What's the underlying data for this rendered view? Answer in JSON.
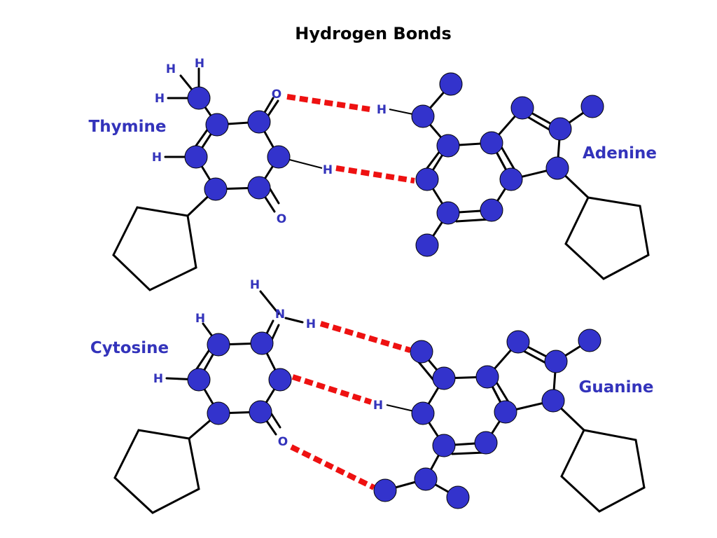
{
  "title": "Hydrogen Bonds",
  "colors": {
    "text": "#3333bb",
    "atom_fill": "#3333cc",
    "bond": "#000000",
    "hydrogen_bond": "#ee1111"
  },
  "pairs": [
    {
      "left_base": "Thymine",
      "right_base": "Adenine",
      "atom_labels": {
        "hydrogen": "H",
        "oxygen": "O"
      }
    },
    {
      "left_base": "Cytosine",
      "right_base": "Guanine",
      "atom_labels": {
        "hydrogen": "H",
        "oxygen": "O",
        "nitrogen": "N"
      }
    }
  ]
}
